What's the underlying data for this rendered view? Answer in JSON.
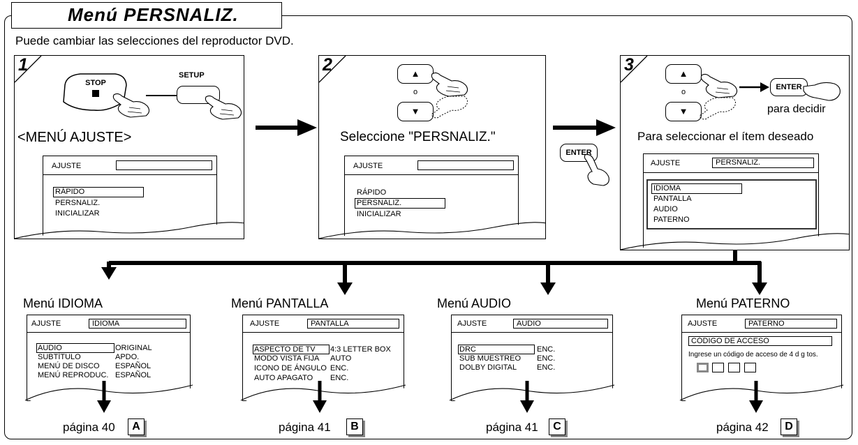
{
  "title": "Menú PERSNALIZ.",
  "intro": "Puede cambiar las selecciones del reproductor DVD.",
  "steps": {
    "s1": {
      "number": "1",
      "stop_label": "STOP",
      "setup_label": "SETUP",
      "heading": "<MENÚ AJUSTE>",
      "screen": {
        "header": "AJUSTE",
        "items": [
          "RÁPIDO",
          "PERSNALIZ.",
          "INICIALIZAR"
        ]
      }
    },
    "s2": {
      "number": "2",
      "or_label": "o",
      "heading": "Seleccione \"PERSNALIZ.\"",
      "enter_label": "ENTER",
      "screen": {
        "header": "AJUSTE",
        "items": [
          "RÁPIDO",
          "PERSNALIZ.",
          "INICIALIZAR"
        ]
      }
    },
    "s3": {
      "number": "3",
      "or_label": "o",
      "enter_label": "ENTER",
      "decide_label": "para decidir",
      "heading": "Para seleccionar el ítem deseado",
      "screen": {
        "header": "AJUSTE",
        "header_value": "PERSNALIZ.",
        "items": [
          "IDIOMA",
          "PANTALLA",
          "AUDIO",
          "PATERNO"
        ]
      }
    }
  },
  "menus": {
    "idioma": {
      "label": "Menú IDIOMA",
      "header": "AJUSTE",
      "header_value": "IDIOMA",
      "rows": [
        [
          "AUDIO",
          "ORIGINAL"
        ],
        [
          "SUBTÍTULO",
          "APDO."
        ],
        [
          "MENÚ DE DISCO",
          "ESPAÑOL"
        ],
        [
          "MENÚ REPRODUC.",
          "ESPAÑOL"
        ]
      ],
      "page": "página 40",
      "letter": "A"
    },
    "pantalla": {
      "label": "Menú PANTALLA",
      "header": "AJUSTE",
      "header_value": "PANTALLA",
      "rows": [
        [
          "ASPECTO DE TV",
          "4:3 LETTER BOX"
        ],
        [
          "MODO VISTA FIJA",
          "AUTO"
        ],
        [
          "ICONO DE ÁNGULO",
          "ENC."
        ],
        [
          "AUTO APAGATO",
          "ENC."
        ]
      ],
      "page": "página 41",
      "letter": "B"
    },
    "audio": {
      "label": "Menú AUDIO",
      "header": "AJUSTE",
      "header_value": "AUDIO",
      "rows": [
        [
          "DRC",
          "ENC."
        ],
        [
          "SUB MUESTREO",
          "ENC."
        ],
        [
          "DOLBY DIGITAL",
          "ENC."
        ]
      ],
      "page": "página 41",
      "letter": "C"
    },
    "paterno": {
      "label": "Menú PATERNO",
      "header": "AJUSTE",
      "header_value": "PATERNO",
      "code_label": "CÓDIGO DE ACCESO",
      "code_hint": "Ingrese un código de acceso de 4 d g tos.",
      "page": "página 42",
      "letter": "D"
    }
  }
}
